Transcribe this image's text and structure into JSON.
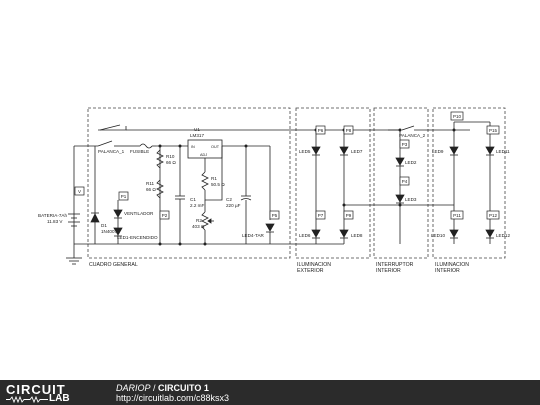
{
  "footer": {
    "logo_top": "CIRCUIT",
    "logo_bottom": "LAB",
    "author": "DARIOP",
    "separator": " / ",
    "title": "CIRCUITO 1",
    "url": "http://circuitlab.com/c88ksx3"
  },
  "sections": {
    "cuadro": "CUADRO GENERAL",
    "ilum_ext_1": "ILUMINACION",
    "ilum_ext_2": "EXTERIOR",
    "int_1": "INTERRUPTOR",
    "int_2": "INTERIOR",
    "ilum_int_1": "ILUMINACION",
    "ilum_int_2": "INTERIOR"
  },
  "labels": {
    "palanca1": "PALANCA_1",
    "fusible": "FUSIBLE",
    "palanca2": "PALANCA_2",
    "bateria_1": "BATERIA-7Ah",
    "bateria_2": "11.83 V",
    "d1_1": "D1",
    "d1_2": "1N4007",
    "ventilador": "VENTILADOR",
    "led1": "LED1-ENCENDIDO",
    "r11_1": "R11",
    "r11_2": "66 Ω",
    "r10_1": "R10",
    "r10_2": "66 Ω",
    "u1_1": "U1",
    "u1_2": "LM317",
    "u1_in": "IN",
    "u1_out": "OUT",
    "u1_adj": "ADJ",
    "r1_1": "R1",
    "r1_2": "50.5 Ω",
    "c1_1": "C1",
    "c1_2": "2.2 mF",
    "r2_1": "R2",
    "r2_2": "403 Ω",
    "c2_1": "C2",
    "c2_2": "220 µF",
    "led4": "LED4-TAR",
    "led5": "LED5",
    "led6": "LED6",
    "led7": "LED7",
    "led8": "LED8",
    "led2": "LED2",
    "led3": "LED3",
    "led9": "LED9",
    "led10": "LED10",
    "led11": "LED11",
    "led12": "LED12"
  },
  "probes": {
    "v": "V",
    "p1": "P1",
    "p2": "P2",
    "p3": "P3",
    "p4": "P4",
    "p5": "P5",
    "p6": "P6",
    "p7": "P7",
    "p8": "P8",
    "p9": "P9",
    "p10": "P10",
    "p11": "P11",
    "p12": "P12",
    "p15": "P15"
  }
}
